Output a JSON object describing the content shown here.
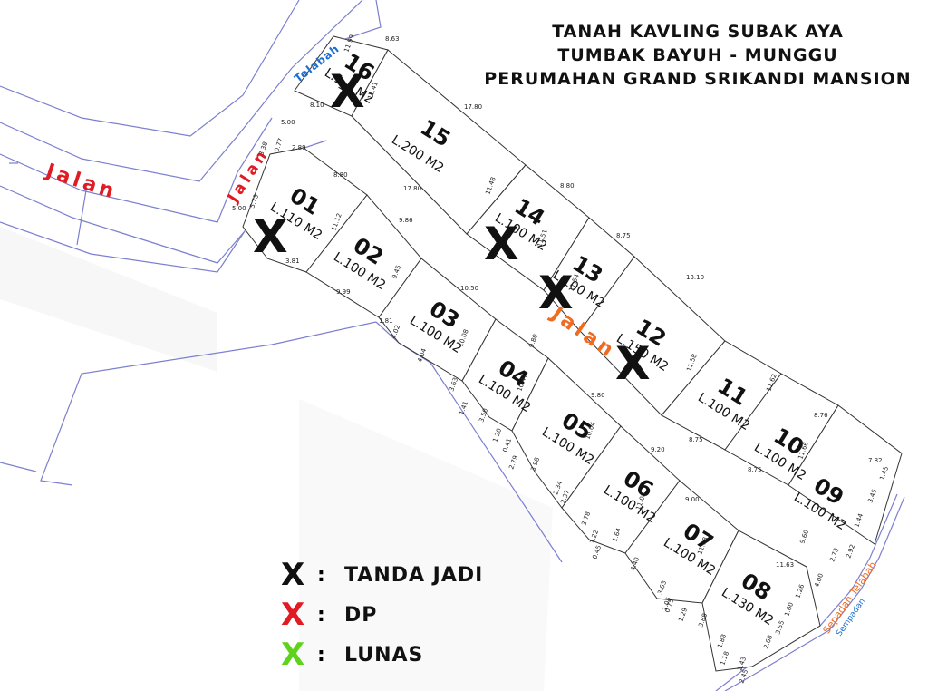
{
  "title": {
    "line1": "TANAH KAVLING SUBAK AYA",
    "line2": "TUMBAK BAYUH - MUNGGU",
    "line3": "PERUMAHAN GRAND SRIKANDI MANSION"
  },
  "roads": {
    "jalan_left": "Jalan",
    "jalan_upper": "Jalan",
    "jalan_middle": "Jalan",
    "telabah": "Telabah",
    "sepadan": "Sepadan Telabah",
    "sempadan2": "Sempadan"
  },
  "colors": {
    "boundary": "#7b7fd0",
    "road_red": "#e01b24",
    "road_orange": "#f06a20",
    "telabah_blue": "#1a6fd1",
    "status_tanda_jadi": "#111111",
    "status_dp": "#e01b24",
    "status_lunas": "#5fd31c"
  },
  "lots": [
    {
      "id": "01",
      "area": "L.110 M2",
      "status": "tanda_jadi"
    },
    {
      "id": "02",
      "area": "L.100 M2",
      "status": "available"
    },
    {
      "id": "03",
      "area": "L.100 M2",
      "status": "available"
    },
    {
      "id": "04",
      "area": "L.100 M2",
      "status": "available"
    },
    {
      "id": "05",
      "area": "L.100 M2",
      "status": "available"
    },
    {
      "id": "06",
      "area": "L.100 M2",
      "status": "available"
    },
    {
      "id": "07",
      "area": "L.100 M2",
      "status": "available"
    },
    {
      "id": "08",
      "area": "L.130 M2",
      "status": "available"
    },
    {
      "id": "09",
      "area": "L.100 M2",
      "status": "available"
    },
    {
      "id": "10",
      "area": "L.100 M2",
      "status": "available"
    },
    {
      "id": "11",
      "area": "L.100 M2",
      "status": "available"
    },
    {
      "id": "12",
      "area": "L.150 M2",
      "status": "tanda_jadi"
    },
    {
      "id": "13",
      "area": "L.100 M2",
      "status": "tanda_jadi"
    },
    {
      "id": "14",
      "area": "L.100 M2",
      "status": "tanda_jadi"
    },
    {
      "id": "15",
      "area": "L.200 M2",
      "status": "available"
    },
    {
      "id": "16",
      "area": "L.1__ M2",
      "status": "tanda_jadi"
    }
  ],
  "mark_symbol": "X",
  "measurements": [
    "8.63",
    "11.99",
    "11.41",
    "8.10",
    "17.80",
    "17.80",
    "5.00",
    "3.38",
    "0.77",
    "2.89",
    "8.80",
    "5.73",
    "5.00",
    "11.12",
    "9.86",
    "9.45",
    "11.48",
    "8.80",
    "8.75",
    "11.51",
    "11.54",
    "13.10",
    "10.50",
    "10.08",
    "9.80",
    "9.99",
    "1.81",
    "4.02",
    "4.04",
    "3.63",
    "1.41",
    "3.50",
    "1.20",
    "10.47",
    "9.80",
    "8.75",
    "11.58",
    "8.75",
    "11.62",
    "8.76",
    "11.66",
    "7.82",
    "9.20",
    "10.04",
    "9.00",
    "11.08",
    "11.18",
    "11.63",
    "9.60",
    "2.73",
    "2.92",
    "1.44",
    "3.45",
    "1.45",
    "0.41",
    "2.79",
    "3.98",
    "2.34",
    "2.37",
    "3.78",
    "1.22",
    "0.45",
    "1.64",
    "4.40",
    "3.63",
    "0.75",
    "1.29",
    "1.05",
    "3.88",
    "1.88",
    "1.18",
    "2.43",
    "2.68",
    "3.55",
    "1.60",
    "1.26",
    "4.00",
    "3.81",
    "2.45"
  ],
  "legend": [
    {
      "symbol": "X",
      "colon": ":",
      "label": "TANDA JADI",
      "color": "#111111"
    },
    {
      "symbol": "X",
      "colon": ":",
      "label": "DP",
      "color": "#e01b24"
    },
    {
      "symbol": "X",
      "colon": ":",
      "label": "LUNAS",
      "color": "#5fd31c"
    }
  ]
}
